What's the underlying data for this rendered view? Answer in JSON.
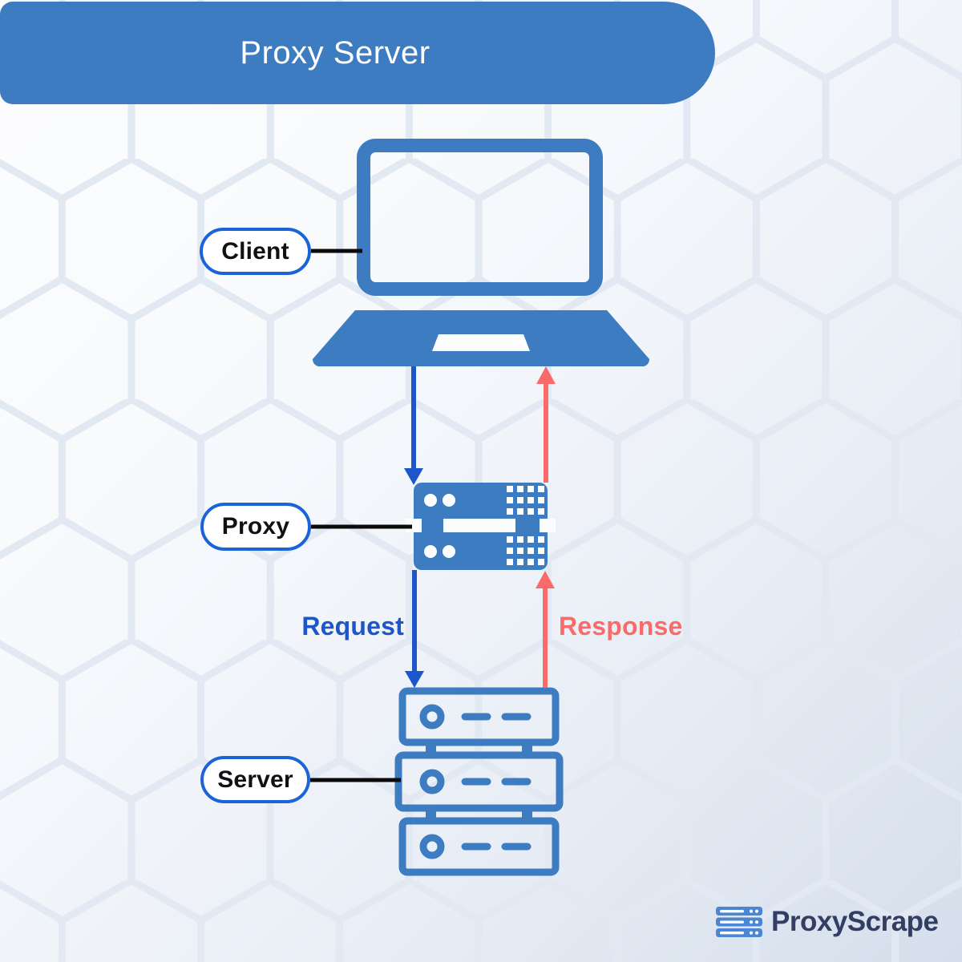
{
  "title": {
    "text": "Proxy Server"
  },
  "nodes": {
    "client": {
      "label": "Client",
      "icon": "laptop-icon"
    },
    "proxy": {
      "label": "Proxy",
      "icon": "proxy-device-icon"
    },
    "server": {
      "label": "Server",
      "icon": "server-rack-icon"
    }
  },
  "flows": {
    "request": {
      "label": "Request",
      "color": "#1D55CB",
      "direction": "down"
    },
    "response": {
      "label": "Response",
      "color": "#F96B6B",
      "direction": "up"
    }
  },
  "branding": {
    "logo_text": "ProxyScrape",
    "logo_icon": "server-rack-logo-icon"
  },
  "colors": {
    "main-blue": "#3D7CC1",
    "accent-blue": "#1D55CB",
    "pill-border-blue": "#1A64D8",
    "response-red": "#F96B6B",
    "logo-navy": "#323E63",
    "logo-blue": "#4A86D4",
    "hex-line": "#E2E9F3",
    "bg-top": "#FDFDFE",
    "bg-bottom": "#D5DEEB",
    "connector-black": "#0B0B0B",
    "white": "#FFFFFF"
  }
}
